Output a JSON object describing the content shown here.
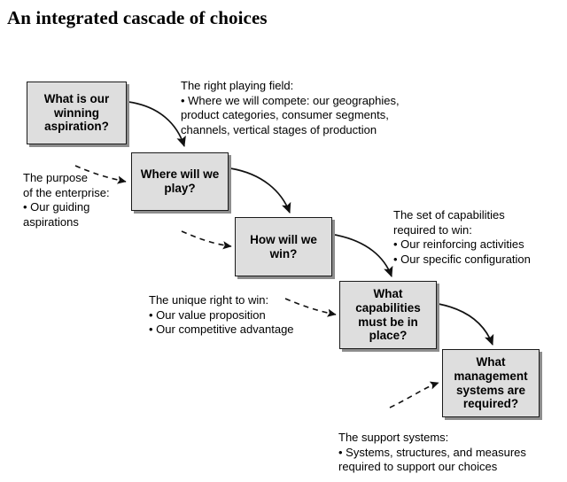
{
  "title": "An integrated cascade of choices",
  "diagram": {
    "type": "cascade-flow",
    "box_fill": "#dedede",
    "box_border": "#1a1a1a",
    "shadow": "#8d8d8d",
    "boxes": [
      {
        "id": "winning-aspiration",
        "label": "What is our\nwinning\naspiration?"
      },
      {
        "id": "where-to-play",
        "label": "Where will we\nplay?"
      },
      {
        "id": "how-to-win",
        "label": "How will we\nwin?"
      },
      {
        "id": "capabilities",
        "label": "What\ncapabilities\nmust be in\nplace?"
      },
      {
        "id": "management-systems",
        "label": "What\nmanagement\nsystems are\nrequired?"
      }
    ],
    "notes": [
      {
        "id": "note-purpose",
        "text": "The purpose\nof the enterprise:\n• Our guiding\n   aspirations"
      },
      {
        "id": "note-playing-field",
        "text": "The right playing field:\n• Where we will compete: our geographies,\n   product categories, consumer segments,\n   channels, vertical stages of production"
      },
      {
        "id": "note-right-to-win",
        "text": "The unique right to win:\n• Our value proposition\n• Our competitive advantage"
      },
      {
        "id": "note-capabilities",
        "text": "The set of capabilities\nrequired to win:\n• Our reinforcing activities\n• Our specific configuration"
      },
      {
        "id": "note-support-systems",
        "text": "The support systems:\n• Systems, structures, and measures\n   required to support our choices"
      }
    ]
  }
}
